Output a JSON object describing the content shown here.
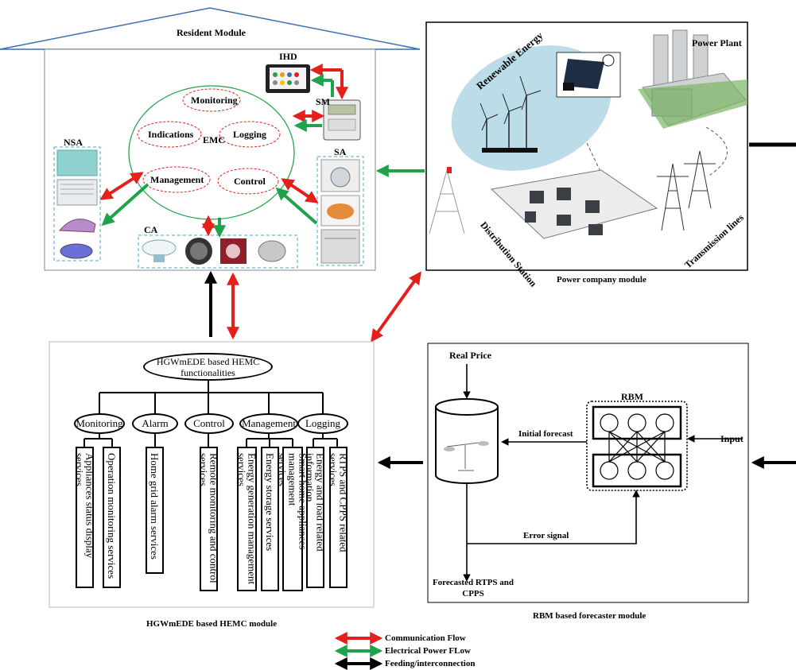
{
  "resident": {
    "title": "Resident Module",
    "emc": "EMC",
    "ihd": "IHD",
    "sm": "SM",
    "nsa": "NSA",
    "sa": "SA",
    "ca": "CA",
    "functions": {
      "monitoring": "Monitoring",
      "indications": "Indications",
      "logging": "Logging",
      "management": "Management",
      "control": "Control"
    }
  },
  "power": {
    "caption": "Power company module",
    "renewable": "Renewable Energy",
    "plant": "Power Plant",
    "distribution": "Distribution Station",
    "transmission": "Transmission lines"
  },
  "hemc": {
    "caption": "HGWmEDE based HEMC module",
    "root": "HGWmEDE based HEMC\nfunctionalities",
    "categories": [
      "Monitoring",
      "Alarm",
      "Control",
      "Management",
      "Logging"
    ],
    "services": [
      "Appliances status display services",
      "Operation monitoring services",
      "Home grid alarm services",
      "Remote monitoring and control services",
      "Energy generation management\nservices",
      "Energy storage services",
      "Smart home appliances management\nservices",
      "Energy and load related information",
      "RTPS and CPPS related services"
    ]
  },
  "rbm": {
    "caption": "RBM based forecaster module",
    "real_price": "Real Price",
    "rbm": "RBM",
    "input": "Input",
    "initial_forecast": "Initial forecast",
    "error_signal": "Error signal",
    "output": "Forecasted RTPS and\nCPPS"
  },
  "legend": [
    {
      "label": "Communication Flow",
      "color": "#e3201b"
    },
    {
      "label": "Electrical Power FLow",
      "color": "#1fa34a"
    },
    {
      "label": "Feeding/interconnection",
      "color": "#000000"
    }
  ],
  "colors": {
    "communication": "#e3201b",
    "electrical": "#1fa34a",
    "feeding": "#000000",
    "emc_ring": "#1fa34a",
    "dashed": "#e3201b",
    "sky": "#bcdde8"
  }
}
